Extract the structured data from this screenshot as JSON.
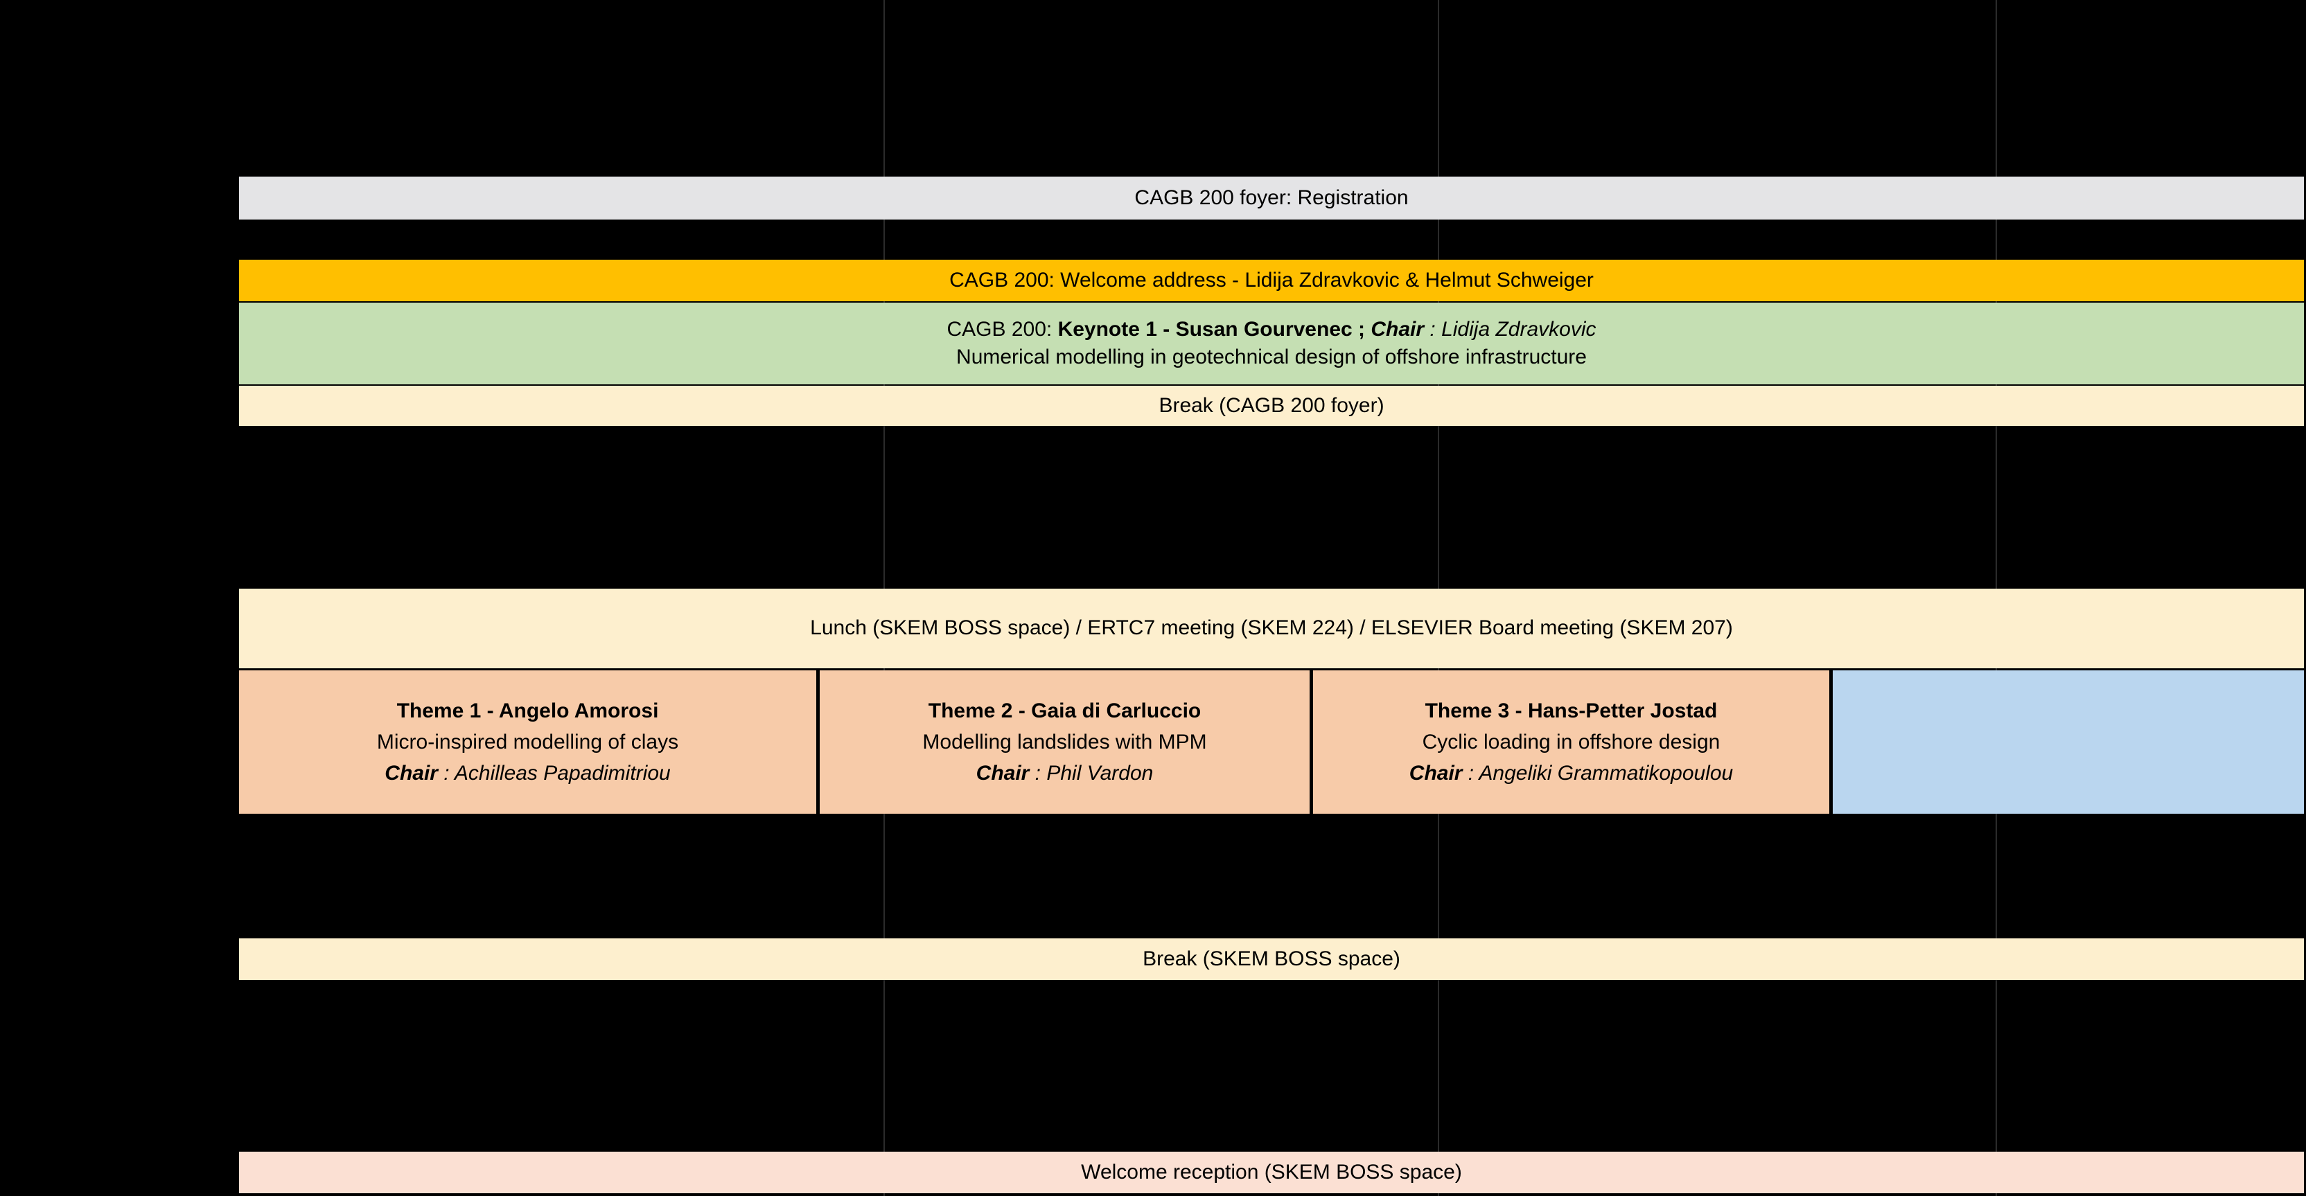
{
  "schedule": {
    "title": "Conference programme day schedule",
    "background_color": "#000000",
    "rows": {
      "registration": {
        "label": "CAGB 200 foyer: Registration",
        "color": "#E4E4E6"
      },
      "welcome_address": {
        "label": "CAGB 200: Welcome address - Lidija Zdravkovic & Helmut Schweiger",
        "color": "#FFBF00"
      },
      "keynote": {
        "color": "#C5DFB3",
        "line1_prefix": "CAGB 200: ",
        "line1_speaker": "Keynote 1 - Susan Gourvenec",
        "line1_sep": " ; ",
        "line1_chair_label": "Chair",
        "line1_chair_colon": " : ",
        "line1_chair_name": "Lidija Zdravkovic",
        "line2": "Numerical modelling in geotechnical design of offshore infrastructure"
      },
      "break_morning": {
        "label": "Break (CAGB 200 foyer)",
        "color": "#FDEFCE"
      },
      "lunch": {
        "label": "Lunch (SKEM BOSS  space) / ERTC7 meeting (SKEM 224) / ELSEVIER Board meeting (SKEM 207)",
        "color": "#FDEFCE"
      },
      "break_afternoon": {
        "label": "Break  (SKEM BOSS  space)",
        "color": "#FDEFCE"
      },
      "welcome_reception": {
        "label": "Welcome reception  (SKEM BOSS  space)",
        "color": "#FBE0D3"
      }
    },
    "themes": {
      "color": "#F7CBA9",
      "chair_label": "Chair",
      "chair_colon": " : ",
      "columns": [
        {
          "title": "Theme 1 - Angelo Amorosi",
          "topic": "Micro-inspired modelling of clays",
          "chair": "Achilleas Papadimitriou"
        },
        {
          "title": "Theme 2 - Gaia di Carluccio",
          "topic": "Modelling landslides with MPM",
          "chair": "Phil Vardon"
        },
        {
          "title": "Theme 3 - Hans-Petter Jostad",
          "topic": "Cyclic loading in offshore design",
          "chair": "Angeliki Grammatikopoulou"
        }
      ],
      "empty_panel_color": "#BAD6EF"
    }
  }
}
